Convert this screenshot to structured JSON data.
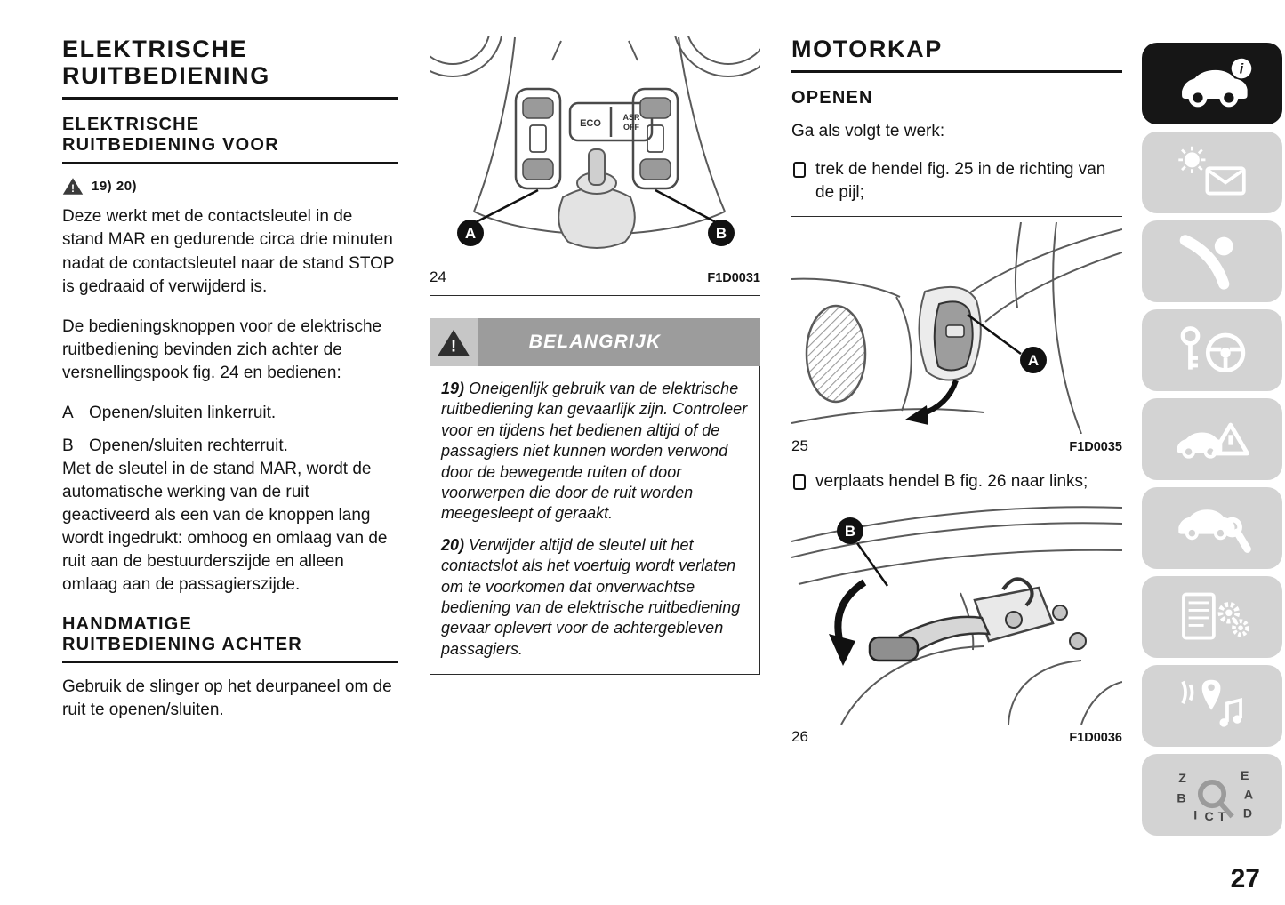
{
  "page": {
    "number": "27"
  },
  "colors": {
    "banner_bg": "#9c9c9c",
    "tile_bg": "#d3d3d3",
    "active_tile_bg": "#161616",
    "text": "#141414"
  },
  "icons": {
    "warning_mark": "!",
    "info_mark": "i"
  },
  "left": {
    "title_lines": [
      "ELEKTRISCHE",
      "RUITBEDIENING"
    ],
    "sub1_lines": [
      "ELEKTRISCHE",
      "RUITBEDIENING VOOR"
    ],
    "warning_refs": "19) 20)",
    "para1": "Deze werkt met de contactsleutel in de stand MAR en gedurende circa drie minuten nadat de contactsleutel naar de stand STOP is gedraaid of verwijderd is.",
    "para2": "De bedieningsknoppen voor de elektrische ruitbediening bevinden zich achter de versnellingspook fig. 24 en bedienen:",
    "items": [
      {
        "key": "A",
        "text": "Openen/sluiten linkerruit."
      },
      {
        "key": "B",
        "text": "Openen/sluiten rechterruit."
      }
    ],
    "para3": "Met de sleutel in de stand MAR, wordt de automatische werking van de ruit geactiveerd als een van de knoppen lang wordt ingedrukt: omhoog en omlaag van de ruit aan de bestuurderszijde en alleen omlaag aan de passagierszijde.",
    "sub2_lines": [
      "HANDMATIGE",
      "RUITBEDIENING ACHTER"
    ],
    "para4": "Gebruik de slinger op het deurpaneel om de ruit te openen/sluiten."
  },
  "middle": {
    "fig24": {
      "number": "24",
      "code": "F1D0031",
      "label_a": "A",
      "label_b": "B",
      "eco": "ECO",
      "asr_line1": "ASR",
      "asr_line2": "OFF"
    },
    "banner": "BELANGRIJK",
    "notes": [
      {
        "ref": "19)",
        "text": "Oneigenlijk gebruik van de elektrische ruitbediening kan gevaarlijk zijn. Controleer voor en tijdens het bedienen altijd of de passagiers niet kunnen worden verwond door de bewegende ruiten of door voorwerpen die door de ruit worden meegesleept of geraakt."
      },
      {
        "ref": "20)",
        "text": "Verwijder altijd de sleutel uit het contactslot als het voertuig wordt verlaten om te voorkomen dat onverwachtse bediening van de elektrische ruitbediening gevaar oplevert voor de achtergebleven passagiers."
      }
    ]
  },
  "right": {
    "title": "MOTORKAP",
    "subtitle": "OPENEN",
    "intro": "Ga als volgt te werk:",
    "steps": [
      "trek de hendel fig. 25 in de richting van de pijl;",
      "verplaats hendel B fig. 26 naar links;"
    ],
    "fig25": {
      "number": "25",
      "code": "F1D0035",
      "label_a": "A"
    },
    "fig26": {
      "number": "26",
      "code": "F1D0036",
      "label_b": "B"
    }
  },
  "sidebar": {
    "tiles": [
      {
        "name": "vehicle-info",
        "icon": "car-info-icon",
        "active": true
      },
      {
        "name": "dashboard-lights-messages",
        "icon": "warning-light-message-icon",
        "active": false
      },
      {
        "name": "safety",
        "icon": "seatbelt-airbag-icon",
        "active": false
      },
      {
        "name": "starting-driving",
        "icon": "key-steering-icon",
        "active": false
      },
      {
        "name": "emergency",
        "icon": "car-warning-triangle-icon",
        "active": false
      },
      {
        "name": "maintenance",
        "icon": "car-wrench-icon",
        "active": false
      },
      {
        "name": "technical-data",
        "icon": "spec-sheet-gears-icon",
        "active": false
      },
      {
        "name": "multimedia",
        "icon": "navigation-audio-icon",
        "active": false
      },
      {
        "name": "index",
        "icon": "alphabetical-index-icon",
        "active": false
      }
    ],
    "index_letters": [
      "Z",
      "E",
      "A",
      "B",
      "D",
      "I",
      "C",
      "T"
    ]
  }
}
